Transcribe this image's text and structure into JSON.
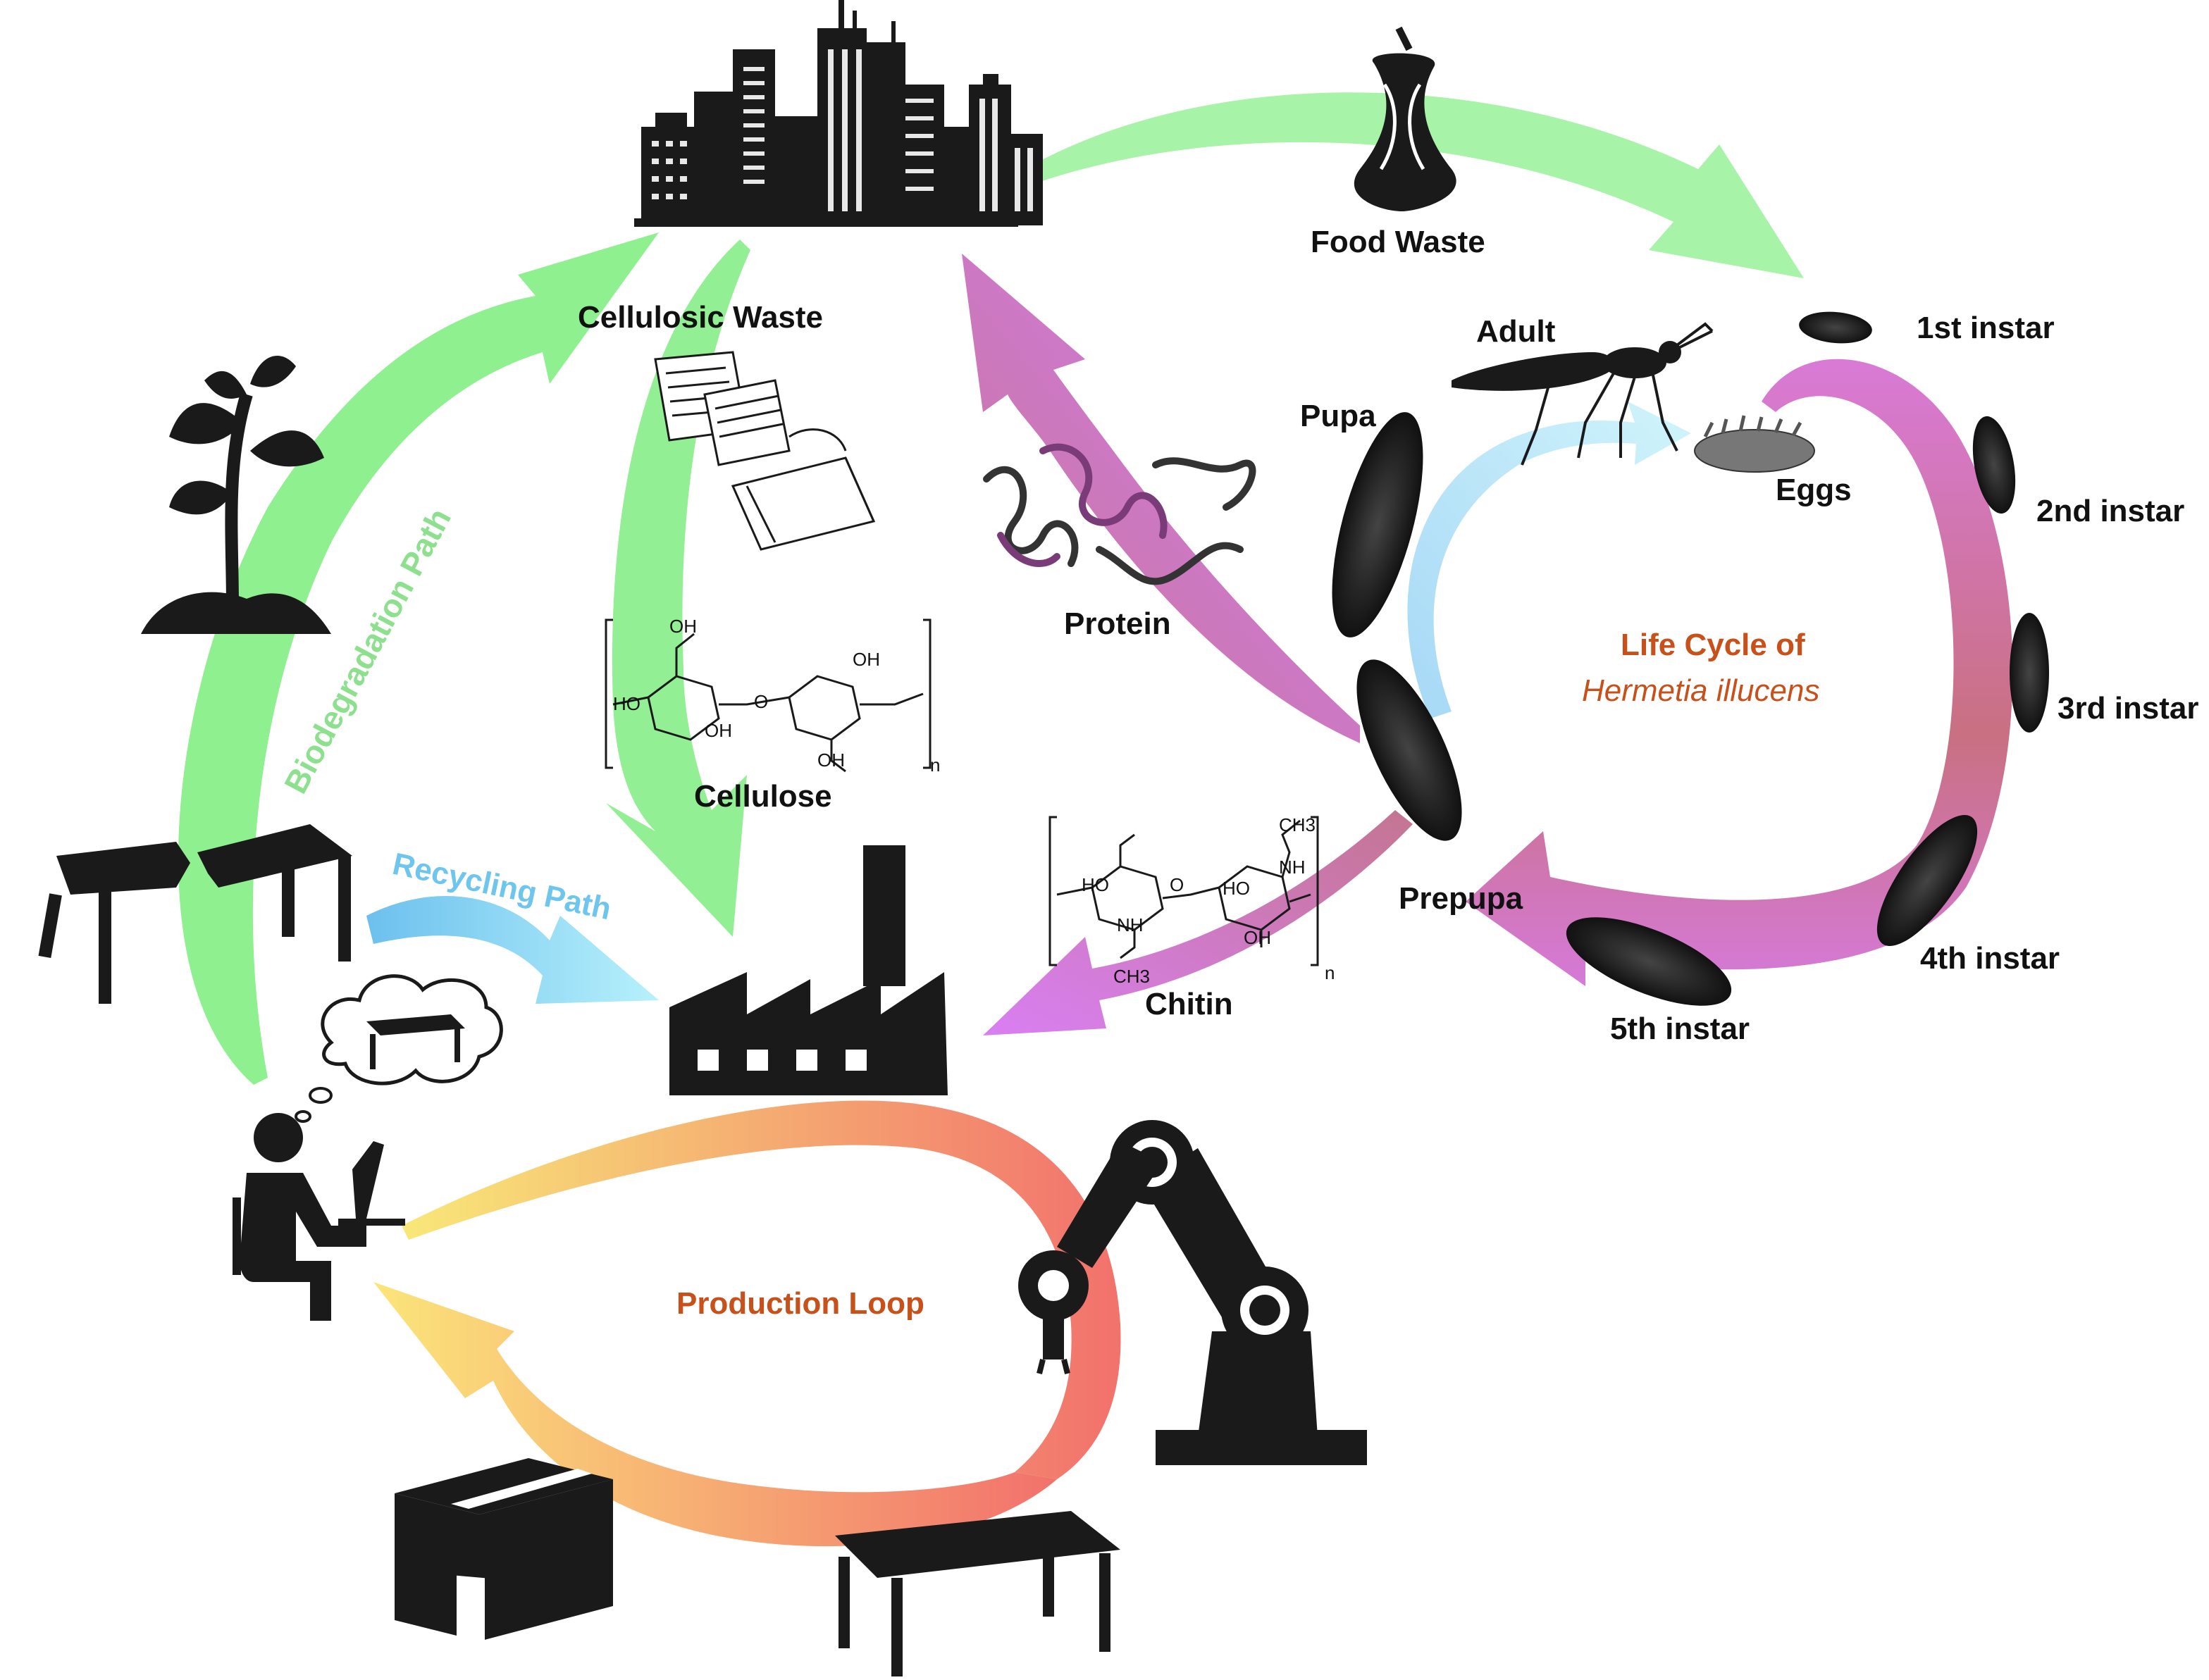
{
  "labels": {
    "food_waste": "Food Waste",
    "cellulosic_waste": "Cellulosic Waste",
    "cellulose": "Cellulose",
    "protein": "Protein",
    "chitin": "Chitin",
    "biodegradation_path": "Biodegradation Path",
    "recycling_path": "Recycling Path",
    "production_loop": "Production Loop",
    "life_cycle_title": "Life Cycle of",
    "species": "Hermetia illucens",
    "adult": "Adult",
    "eggs": "Eggs",
    "pupa": "Pupa",
    "prepupa": "Prepupa",
    "instar_1": "1st instar",
    "instar_2": "2nd instar",
    "instar_3": "3rd instar",
    "instar_4": "4th instar",
    "instar_5": "5th instar"
  },
  "chem": {
    "oh": "OH",
    "ho": "HO",
    "o": "O",
    "nh": "NH",
    "ch3": "CH3",
    "n": "n"
  },
  "colors": {
    "green": "#8fef8f",
    "purple": "#d77cf0",
    "blue": "#9ad8f7",
    "orange_label": "#c8501a",
    "biodeg_label": "#8de08d",
    "recycling_label": "#6ec6ef",
    "production_start": "#f7e36a",
    "production_end": "#f2706a",
    "icon": "#1a1a1a"
  },
  "icons": [
    "city-icon",
    "apple-core-icon",
    "newspaper-icon",
    "cellulose-structure",
    "protein-structure-icon",
    "chitin-structure",
    "fly-icon",
    "eggs-icon",
    "larva-icon",
    "plant-icon",
    "broken-table-icon",
    "factory-icon",
    "person-at-computer-icon",
    "thought-cloud-icon",
    "robot-arm-icon",
    "box-icon",
    "table-icon"
  ]
}
